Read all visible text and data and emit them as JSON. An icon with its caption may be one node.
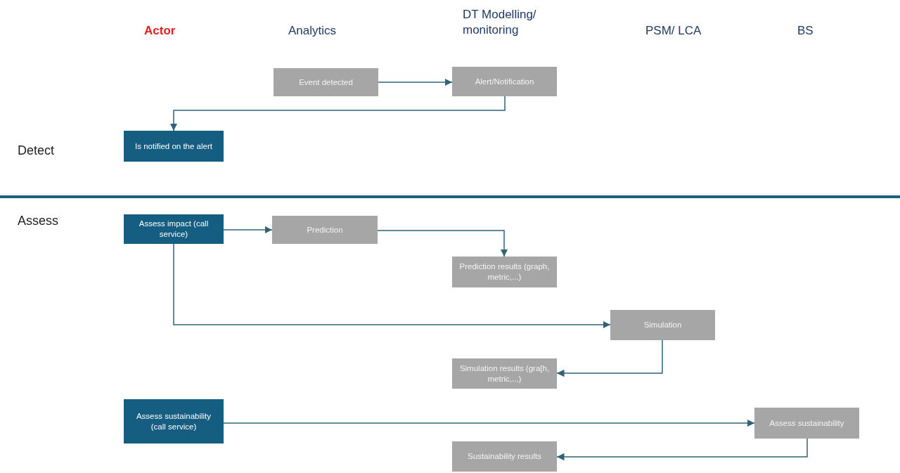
{
  "diagram": {
    "nodes": [
      {
        "text": [
          "Event detected"
        ]
      },
      {
        "text": [
          "Alert/Notification"
        ]
      },
      {
        "text": [
          "Is notified on the alert"
        ]
      },
      {
        "text": [
          "Assess impact (call service)"
        ]
      },
      {
        "text": [
          "Prediction"
        ]
      },
      {
        "text": [
          "Prediction results (graph, metric,...)"
        ]
      },
      {
        "text": [
          "Simulation"
        ]
      },
      {
        "text": [
          "Simulation results (gra[h, metric,...)"
        ]
      },
      {
        "text": [
          "Assess sustainability (call service)"
        ]
      },
      {
        "text": [
          "Assess sustainability"
        ]
      },
      {
        "text": [
          "Sustainability results"
        ]
      }
    ],
    "edges": [
      {
        "from": 0,
        "to": 1,
        "arrow": "to"
      },
      {
        "from": 1,
        "to": 2,
        "arrow": "to"
      },
      {
        "from": 3,
        "to": 4,
        "arrow": "to"
      },
      {
        "from": 4,
        "to": 5,
        "arrow": "to"
      },
      {
        "from": 3,
        "to": 6,
        "arrow": "to"
      },
      {
        "from": 6,
        "to": 7,
        "arrow": "to"
      },
      {
        "from": 8,
        "to": 9,
        "arrow": "to"
      },
      {
        "from": 9,
        "to": 10,
        "arrow": "to"
      }
    ],
    "labels": [
      "Actor",
      "Analytics",
      "DT Modelling/ monitoring",
      "PSM/ LCA",
      "BS",
      "Detect",
      "Assess"
    ]
  }
}
